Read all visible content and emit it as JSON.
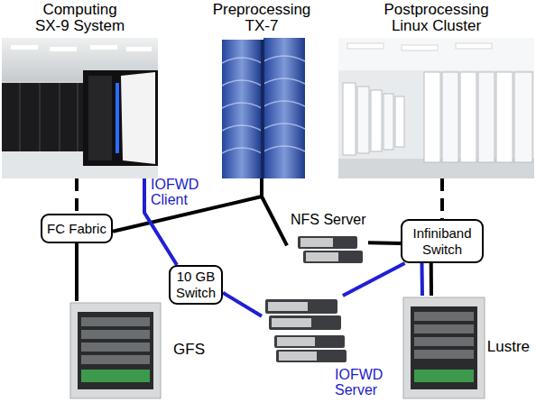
{
  "diagram": {
    "nodes": [
      {
        "text": [
          "Computing SX-9 System"
        ]
      },
      {
        "text": [
          "Preprocessing TX-7"
        ]
      },
      {
        "text": [
          "Postprocessing Linux Cluster"
        ]
      },
      {
        "text": [
          "FC Fabric"
        ]
      },
      {
        "text": [
          "NFS Server"
        ]
      },
      {
        "text": [
          "Infiniband Switch"
        ]
      },
      {
        "text": [
          "10 GB Switch"
        ]
      },
      {
        "text": [
          "IOFWD Server"
        ]
      },
      {
        "text": [
          "GFS"
        ]
      },
      {
        "text": [
          "Lustre"
        ]
      }
    ],
    "edges": [
      {
        "from": 0,
        "to": 3,
        "arrow": "none"
      },
      {
        "from": 3,
        "to": 8,
        "arrow": "none"
      },
      {
        "from": 1,
        "to": 3,
        "arrow": "none"
      },
      {
        "from": 1,
        "to": 4,
        "arrow": "none"
      },
      {
        "from": 4,
        "to": 5,
        "arrow": "none"
      },
      {
        "from": 2,
        "to": 5,
        "arrow": "none"
      },
      {
        "from": 5,
        "to": 9,
        "arrow": "none"
      },
      {
        "from": 5,
        "to": 9,
        "arrow": "none"
      },
      {
        "from": 0,
        "to": 6,
        "arrow": "none"
      },
      {
        "from": 6,
        "to": 7,
        "arrow": "none"
      },
      {
        "from": 7,
        "to": 5,
        "arrow": "none"
      }
    ],
    "labels": [
      "IOFWD Client"
    ]
  }
}
